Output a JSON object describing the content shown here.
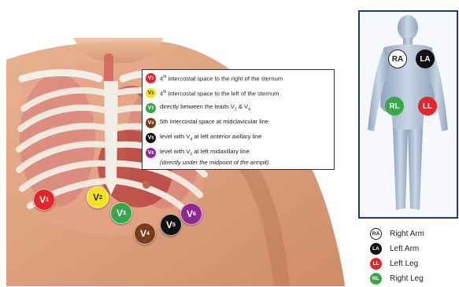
{
  "leads": [
    {
      "id": "V1",
      "letter": "V",
      "num": "1",
      "color": "#e2262b",
      "text_color": "#ffffff",
      "desc_pre": "4",
      "desc_sup": "th",
      "desc_post": " intercostal space to the right of the sternum"
    },
    {
      "id": "V2",
      "letter": "V",
      "num": "2",
      "color": "#f3e21c",
      "text_color": "#222222",
      "desc_pre": "4",
      "desc_sup": "th",
      "desc_post": " intercostal space to the left of the sternum"
    },
    {
      "id": "V3",
      "letter": "V",
      "num": "3",
      "color": "#3aa64b",
      "text_color": "#ffffff",
      "desc_a": "directly between the leads V",
      "desc_sub1": "2",
      "desc_b": " & V",
      "desc_sub2": "4"
    },
    {
      "id": "V4",
      "letter": "V",
      "num": "4",
      "color": "#7a3b1a",
      "text_color": "#ffffff",
      "desc": "5th intercostal space at midclavicular line"
    },
    {
      "id": "V5",
      "letter": "V",
      "num": "5",
      "color": "#111111",
      "text_color": "#ffffff",
      "desc_a": "level with V",
      "desc_sub": "4",
      "desc_b": " at left anterior axillary line"
    },
    {
      "id": "V6",
      "letter": "V",
      "num": "6",
      "color": "#8e2a8f",
      "text_color": "#ffffff",
      "desc_a": "level with V",
      "desc_sub": "5",
      "desc_b": " at left midaxillary line",
      "note": "(directly under the midpoint of the armpit)"
    }
  ],
  "limbs": [
    {
      "code": "RA",
      "label": "Right Arm",
      "color": "#ffffff",
      "text_color": "#222222",
      "border": "#222222"
    },
    {
      "code": "LA",
      "label": "Left Arm",
      "color": "#111111",
      "text_color": "#ffffff",
      "border": "#111111"
    },
    {
      "code": "LL",
      "label": "Left Leg",
      "color": "#e2262b",
      "text_color": "#ffffff",
      "border": "#e2262b"
    },
    {
      "code": "RL",
      "label": "Right Leg",
      "color": "#3aa64b",
      "text_color": "#ffffff",
      "border": "#3aa64b"
    }
  ]
}
